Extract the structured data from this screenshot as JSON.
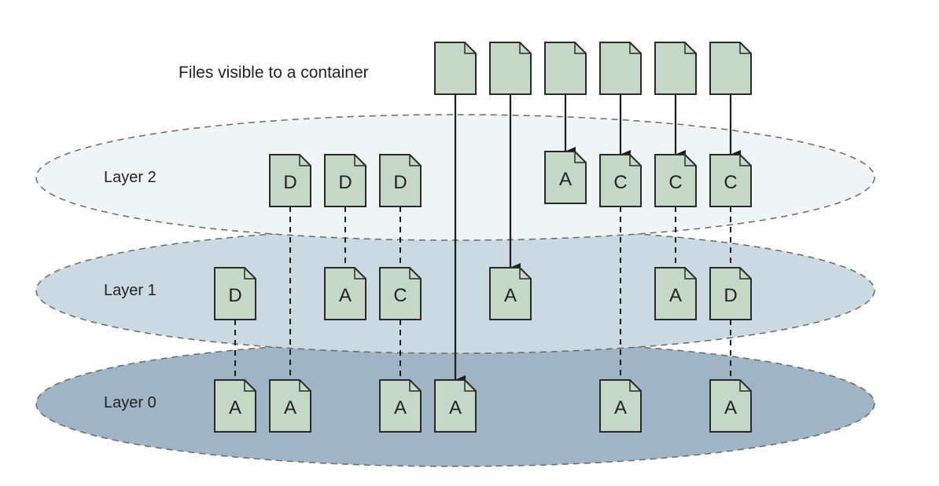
{
  "caption": "Files visible to a container",
  "colors": {
    "file_fill": "#c5d8c7",
    "file_stroke": "#2a2a2a",
    "layer2_fill": "#eff4f5",
    "layer1_fill": "#cbd9e2",
    "layer0_fill": "#9fb4c4",
    "ellipse_stroke": "#6a6a6a",
    "connector": "#1e1e1e"
  },
  "layers": [
    {
      "id": "layer2",
      "label": "Layer 2",
      "files": [
        {
          "col": 3,
          "letter": "D"
        },
        {
          "col": 4,
          "letter": "D"
        },
        {
          "col": 5,
          "letter": "D"
        },
        {
          "col": 8,
          "letter": "A"
        },
        {
          "col": 9,
          "letter": "C"
        },
        {
          "col": 10,
          "letter": "C"
        },
        {
          "col": 11,
          "letter": "C"
        }
      ]
    },
    {
      "id": "layer1",
      "label": "Layer 1",
      "files": [
        {
          "col": 2,
          "letter": "D"
        },
        {
          "col": 4,
          "letter": "A"
        },
        {
          "col": 5,
          "letter": "C"
        },
        {
          "col": 7,
          "letter": "A"
        },
        {
          "col": 10,
          "letter": "A"
        },
        {
          "col": 11,
          "letter": "D"
        }
      ]
    },
    {
      "id": "layer0",
      "label": "Layer 0",
      "files": [
        {
          "col": 2,
          "letter": "A"
        },
        {
          "col": 3,
          "letter": "A"
        },
        {
          "col": 5,
          "letter": "A"
        },
        {
          "col": 6,
          "letter": "A"
        },
        {
          "col": 9,
          "letter": "A"
        },
        {
          "col": 11,
          "letter": "A"
        }
      ]
    }
  ],
  "visible_files": [
    {
      "col": 6,
      "resolves_to_layer": "layer0"
    },
    {
      "col": 7,
      "resolves_to_layer": "layer1"
    },
    {
      "col": 8,
      "resolves_to_layer": "layer2"
    },
    {
      "col": 9,
      "resolves_to_layer": "layer2"
    },
    {
      "col": 10,
      "resolves_to_layer": "layer2"
    },
    {
      "col": 11,
      "resolves_to_layer": "layer2"
    }
  ],
  "hidden_links": [
    {
      "col": 2,
      "from": "layer1",
      "to": "layer0"
    },
    {
      "col": 3,
      "from": "layer2",
      "to": "layer0"
    },
    {
      "col": 4,
      "from": "layer2",
      "to": "layer1"
    },
    {
      "col": 5,
      "from": "layer2",
      "to": "layer1"
    },
    {
      "col": 5,
      "from": "layer1",
      "to": "layer0"
    },
    {
      "col": 9,
      "from": "layer2",
      "to": "layer0"
    },
    {
      "col": 10,
      "from": "layer2",
      "to": "layer1"
    },
    {
      "col": 11,
      "from": "layer2",
      "to": "layer1"
    },
    {
      "col": 11,
      "from": "layer1",
      "to": "layer0"
    }
  ]
}
